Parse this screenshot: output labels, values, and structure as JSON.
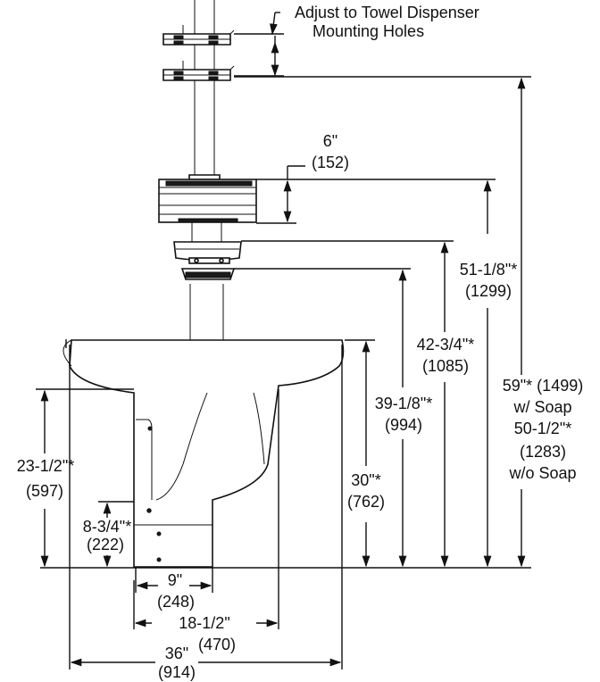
{
  "labels": {
    "adjust_line1": "Adjust to Towel Dispenser",
    "adjust_line2": "Mounting Holes",
    "d6_in": "6\"",
    "d6_mm": "(152)",
    "d51_in": "51-1/8\"*",
    "d51_mm": "(1299)",
    "d42_in": "42-3/4\"*",
    "d42_mm": "(1085)",
    "d39_in": "39-1/8\"*",
    "d39_mm": "(994)",
    "d30_in": "30\"*",
    "d30_mm": "(762)",
    "d59_line1": "59\"* (1499)",
    "d59_line2": "w/ Soap",
    "d59_line3": "50-1/2\"*",
    "d59_line4": "(1283)",
    "d59_line5": "w/o Soap",
    "d23_in": "23-1/2\"*",
    "d23_mm": "(597)",
    "d8_in": "8-3/4\"*",
    "d8_mm": "(222)",
    "d9_in": "9\"",
    "d9_mm": "(248)",
    "d18_in": "18-1/2\"",
    "d18_mm": "(470)",
    "d36_in": "36\"",
    "d36_mm": "(914)"
  }
}
